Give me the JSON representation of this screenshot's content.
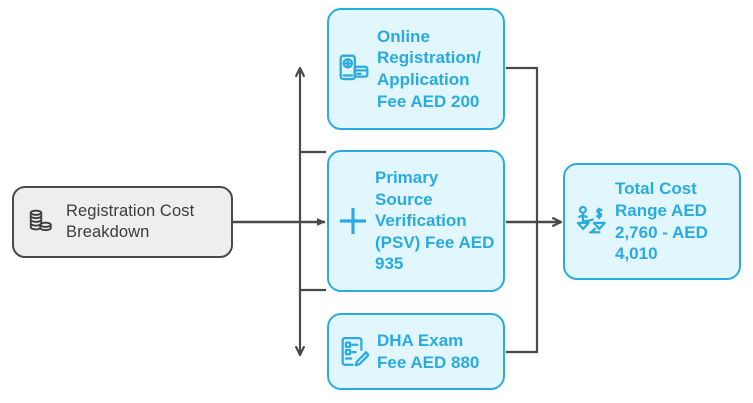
{
  "diagram": {
    "title": "Registration Cost Breakdown",
    "type": "flowchart",
    "colors": {
      "accent": "#29abe2",
      "node_fill": "#e2f7fd",
      "start_fill": "#eeeeee",
      "start_border": "#4a4a4a",
      "start_text": "#3c3c3c",
      "edge": "#4a4a4a"
    },
    "nodes": [
      {
        "id": "start",
        "label": "Registration Cost Breakdown",
        "icon": "coins-stack-icon"
      },
      {
        "id": "online",
        "label": "Online Registration/ Application Fee AED 200",
        "icon": "mobile-payment-icon",
        "amount": 200,
        "currency": "AED"
      },
      {
        "id": "psv",
        "label": "Primary Source Verification (PSV) Fee AED 935",
        "icon": "plus-icon",
        "amount": 935,
        "currency": "AED"
      },
      {
        "id": "dha",
        "label": "DHA Exam Fee AED 880",
        "icon": "form-pencil-icon",
        "amount": 880,
        "currency": "AED"
      },
      {
        "id": "total",
        "label": "Total Cost Range AED 2,760 - AED 4,010",
        "icon": "balance-scale-dollar-icon",
        "amount_min": 2760,
        "amount_max": 4010,
        "currency": "AED"
      }
    ],
    "edges": [
      {
        "from": "start",
        "to": "psv"
      },
      {
        "from": "start",
        "to": "online"
      },
      {
        "from": "start",
        "to": "dha"
      },
      {
        "from": "online",
        "to": "total"
      },
      {
        "from": "psv",
        "to": "total"
      },
      {
        "from": "dha",
        "to": "total"
      }
    ]
  }
}
